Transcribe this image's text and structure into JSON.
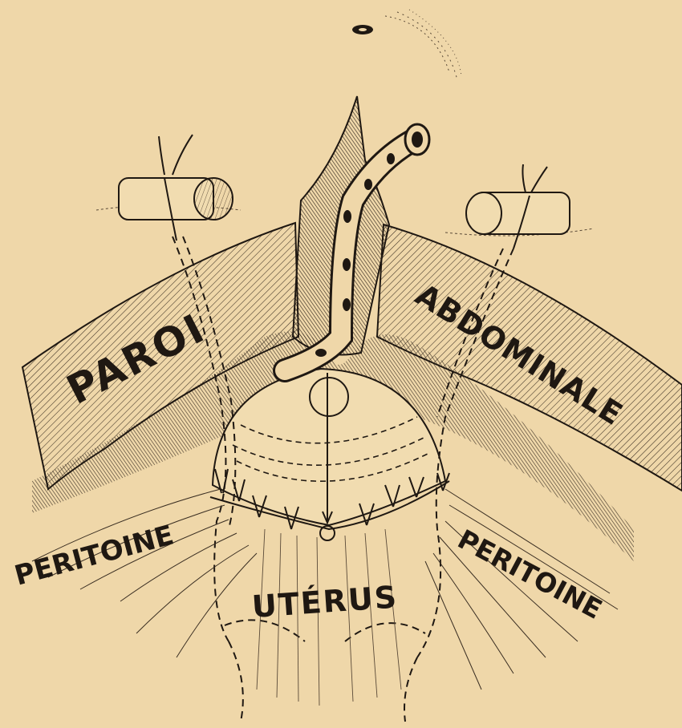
{
  "colors": {
    "paper": "#efd7a9",
    "ink": "#1f1812",
    "shade": "#5a4a38"
  },
  "labels": {
    "paroi": "PAROI",
    "abdominale": "ABDOMINALE",
    "peritoine_left": "PERITOINE",
    "peritoine_right": "PERITOINE",
    "uterus": "UTÉRUS"
  }
}
